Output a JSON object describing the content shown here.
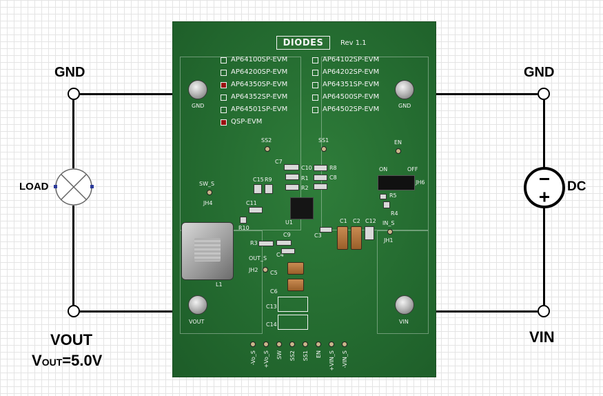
{
  "external": {
    "gnd_left": "GND",
    "gnd_right": "GND",
    "vout_label": "VOUT",
    "vout_value_prefix": "V",
    "vout_value_sub": "OUT",
    "vout_value_suffix": "=5.0V",
    "vin_label": "VIN",
    "load_label": "LOAD",
    "dc_label": "DC"
  },
  "board": {
    "logo": "DIODES",
    "rev": "Rev 1.1",
    "variants_left": [
      {
        "label": "AP64100SP-EVM",
        "checked": false
      },
      {
        "label": "AP64200SP-EVM",
        "checked": false
      },
      {
        "label": "AP64350SP-EVM",
        "checked": true
      },
      {
        "label": "AP64352SP-EVM",
        "checked": false
      },
      {
        "label": "AP64501SP-EVM",
        "checked": false
      },
      {
        "label": "QSP-EVM",
        "checked": true
      }
    ],
    "variants_right": [
      {
        "label": "AP64102SP-EVM",
        "checked": false
      },
      {
        "label": "AP64202SP-EVM",
        "checked": false
      },
      {
        "label": "AP64351SP-EVM",
        "checked": false
      },
      {
        "label": "AP64500SP-EVM",
        "checked": false
      },
      {
        "label": "AP64502SP-EVM",
        "checked": false
      }
    ],
    "post_gnd_left": "GND",
    "post_gnd_right": "GND",
    "post_vout": "VOUT",
    "post_vin": "VIN",
    "ss2": "SS2",
    "ss1": "SS1",
    "en": "EN",
    "on": "ON",
    "off": "OFF",
    "jh6": "JH6",
    "sw_s": "SW_S",
    "jh4": "JH4",
    "in_s": "IN_S",
    "jh1": "JH1",
    "out_s": "OUT_S",
    "jh2": "JH2",
    "l1": "L1",
    "u1": "U1",
    "refdes": {
      "c7": "C7",
      "c10": "C10",
      "r8": "R8",
      "r1": "R1",
      "c8": "C8",
      "r2": "R2",
      "c15": "C15",
      "r9": "R9",
      "c11": "C11",
      "r10": "R10",
      "c3": "C3",
      "c1": "C1",
      "c2": "C2",
      "c12": "C12",
      "r5": "R5",
      "r4": "R4",
      "r3": "R3",
      "c9": "C9",
      "c4": "C4",
      "c5": "C5",
      "c6": "C6",
      "c13": "C13",
      "c14": "C14"
    },
    "header_pins": [
      "-Vo_S",
      "+Vo_S",
      "SW",
      "SS2",
      "SS1",
      "EN",
      "+VIN_S",
      "-VIN_S"
    ]
  }
}
